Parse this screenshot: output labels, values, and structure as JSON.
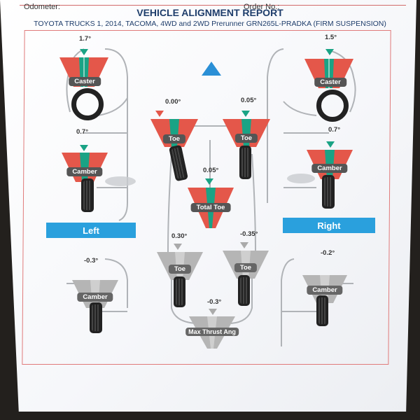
{
  "header": {
    "odometer_label": "Odometer:",
    "order_label": "Order No.:",
    "title": "VEHICLE ALIGNMENT REPORT",
    "subtitle": "TOYOTA TRUCKS 1, 2014, TACOMA, 4WD and 2WD Prerunner GRN265L-PRADKA (FIRM SUSPENSION)"
  },
  "sides": {
    "left": "Left",
    "right": "Right"
  },
  "front": {
    "left_caster": {
      "label": "Caster",
      "value": "1.7°"
    },
    "right_caster": {
      "label": "Caster",
      "value": "1.5°"
    },
    "left_camber": {
      "label": "Camber",
      "value": "0.7°"
    },
    "right_camber": {
      "label": "Camber",
      "value": "0.7°"
    },
    "left_toe": {
      "label": "Toe",
      "value": "0.00°"
    },
    "right_toe": {
      "label": "Toe",
      "value": "0.05°"
    },
    "total_toe": {
      "label": "Total Toe",
      "value": "0.05°"
    }
  },
  "rear": {
    "left_camber": {
      "label": "Camber",
      "value": "-0.3°"
    },
    "right_camber": {
      "label": "Camber",
      "value": "-0.2°"
    },
    "left_toe": {
      "label": "Toe",
      "value": "0.30°"
    },
    "right_toe": {
      "label": "Toe",
      "value": "-0.35°"
    },
    "thrust_angle": {
      "label": "Max Thrust Ang",
      "value": "-0.3°"
    }
  },
  "colors": {
    "in_spec_red": "#e4574a",
    "in_spec_green": "#1aa385",
    "out_of_range_gray": "#b5b5b5",
    "side_bar_blue": "#2aa0dd",
    "title_blue": "#1e3d6b",
    "frame_red": "#e07a7a"
  },
  "icons": {
    "forward_direction": "blue-triangle-up-icon"
  }
}
